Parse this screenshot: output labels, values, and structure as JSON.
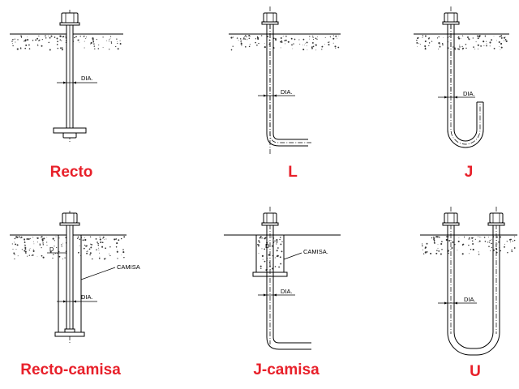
{
  "colors": {
    "title": "#e8202a",
    "ink": "#000000",
    "soil": "#333333"
  },
  "bolts": [
    {
      "id": "recto",
      "title": "Recto",
      "dia_label": "DIA."
    },
    {
      "id": "l",
      "title": "L",
      "dia_label": "DIA."
    },
    {
      "id": "j",
      "title": "J",
      "dia_label": "DIA."
    },
    {
      "id": "recto-camisa",
      "title": "Recto-camisa",
      "dia_label": "DIA.",
      "d_label": "D",
      "sleeve_label": "CAMISA"
    },
    {
      "id": "j-camisa",
      "title": "J-camisa",
      "dia_label": "DIA.",
      "d_label": "D",
      "sleeve_label": "CAMISA."
    },
    {
      "id": "u",
      "title": "U",
      "dia_label": "DIA."
    }
  ]
}
